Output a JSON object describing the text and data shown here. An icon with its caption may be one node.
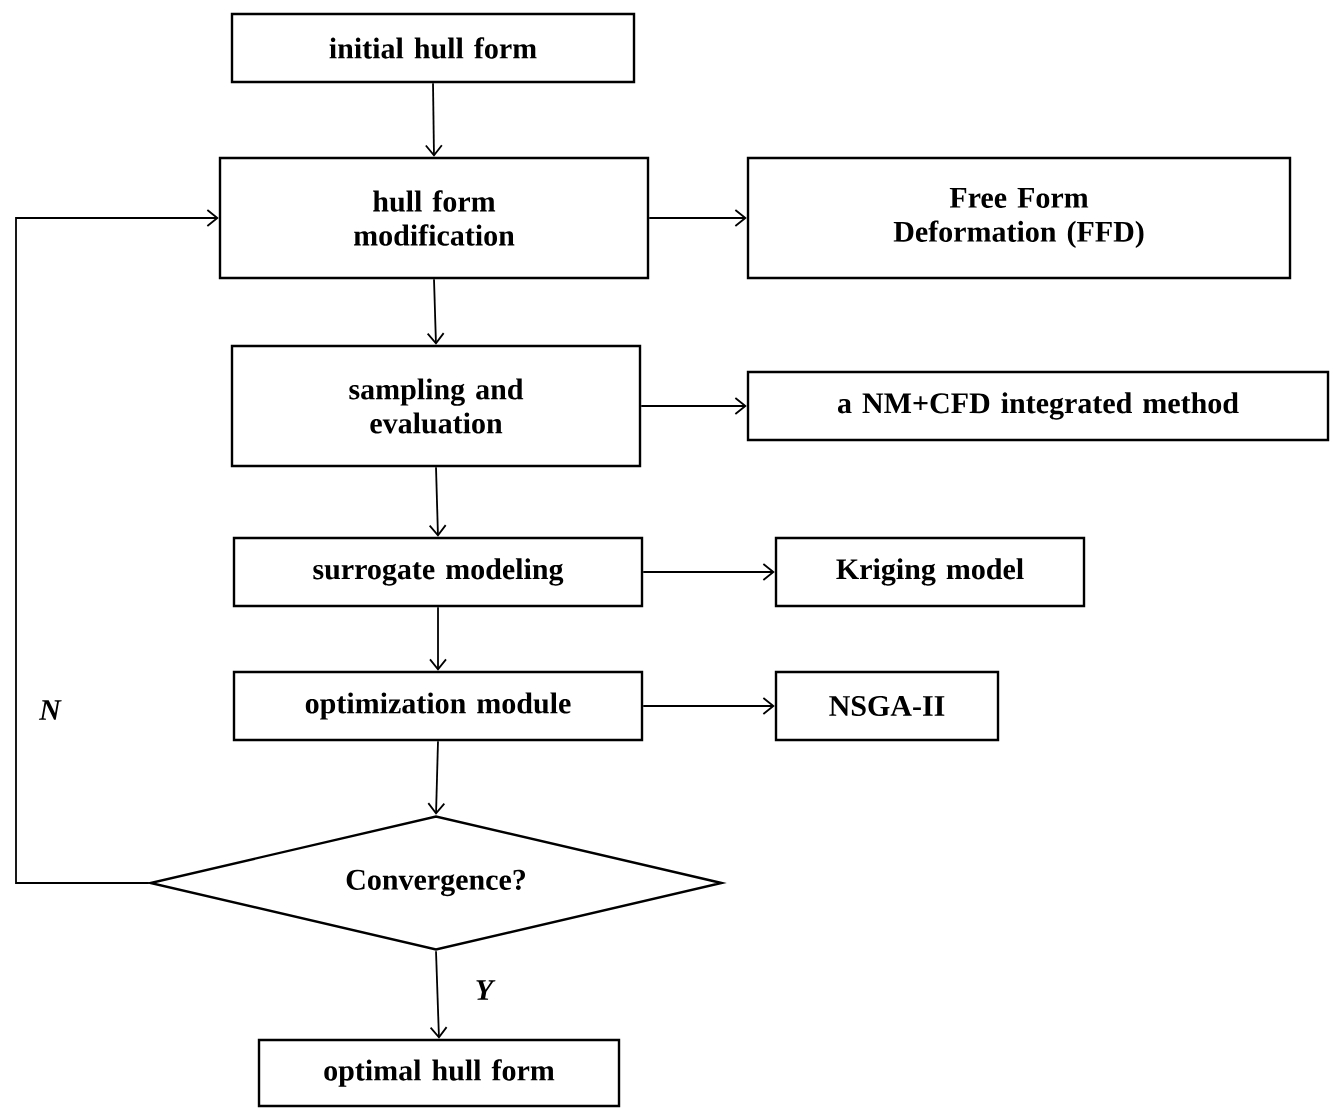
{
  "diagram": {
    "nodes": [
      {
        "text": [
          "initial hull form"
        ]
      },
      {
        "text": [
          "hull form modification"
        ]
      },
      {
        "text": [
          "Free Form Deformation (FFD)"
        ]
      },
      {
        "text": [
          "sampling and evaluation"
        ]
      },
      {
        "text": [
          "a NM+CFD integrated method"
        ]
      },
      {
        "text": [
          "surrogate modeling"
        ]
      },
      {
        "text": [
          "Kriging model"
        ]
      },
      {
        "text": [
          "optimization module"
        ]
      },
      {
        "text": [
          "NSGA-II"
        ]
      },
      {
        "text": [
          "Convergence?"
        ]
      },
      {
        "text": [
          "optimal hull form"
        ]
      }
    ],
    "edges": [
      {
        "from": 0,
        "to": 1,
        "arrow": "to"
      },
      {
        "from": 1,
        "to": 2,
        "arrow": "to"
      },
      {
        "from": 1,
        "to": 3,
        "arrow": "to"
      },
      {
        "from": 3,
        "to": 4,
        "arrow": "to"
      },
      {
        "from": 3,
        "to": 5,
        "arrow": "to"
      },
      {
        "from": 5,
        "to": 6,
        "arrow": "to"
      },
      {
        "from": 5,
        "to": 7,
        "arrow": "to"
      },
      {
        "from": 7,
        "to": 8,
        "arrow": "to"
      },
      {
        "from": 7,
        "to": 9,
        "arrow": "to"
      },
      {
        "from": 9,
        "to": 1,
        "arrow": "to",
        "label": "N"
      },
      {
        "from": 9,
        "to": 10,
        "arrow": "to",
        "label": "Y"
      }
    ]
  }
}
